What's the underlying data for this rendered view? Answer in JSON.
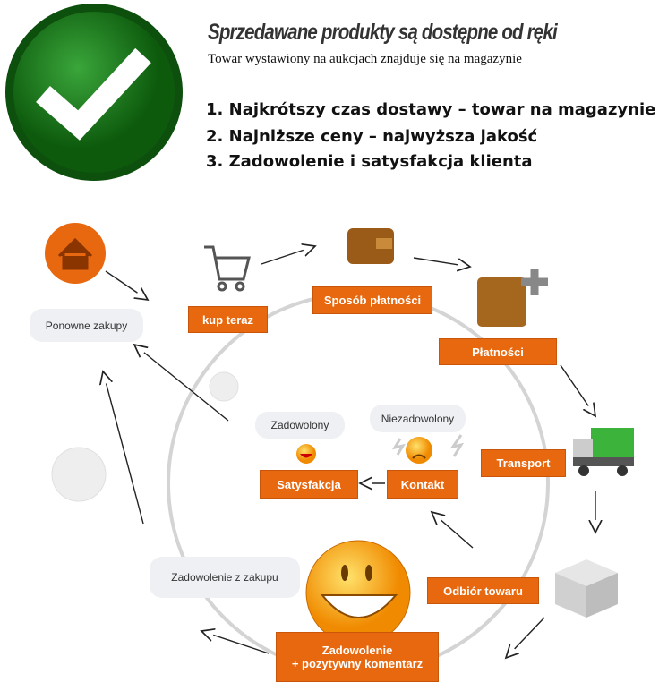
{
  "header": {
    "title": "Sprzedawane  produkty są dostępne od ręki",
    "subtitle": "Towar wystawiony na  aukcjach znajduje się na magazynie",
    "points": [
      "1. Najkrótszy czas dostawy – towar na magazynie",
      "2. Najniższe ceny – najwyższa jakość",
      "3. Zadowolenie i satysfakcja klienta"
    ]
  },
  "diagram": {
    "kup_teraz": "kup teraz",
    "sposob_platnosci": "Sposób płatności",
    "platnosci": "Płatności",
    "transport": "Transport",
    "kontakt": "Kontakt",
    "satysfakcja": "Satysfakcja",
    "odbior": "Odbiór towaru",
    "zadowolenie_1": "Zadowolenie",
    "zadowolenie_2": "+ pozytywny komentarz",
    "zadowolenie_z_zakupu": "Zadowolenie z zakupu",
    "ponowne_zakupy": "Ponowne zakupy",
    "zadowolony": "Zadowolony",
    "niezadowolony": "Niezadowolony"
  },
  "colors": {
    "orange": "#e8680f",
    "green": "#1e7a1e"
  }
}
